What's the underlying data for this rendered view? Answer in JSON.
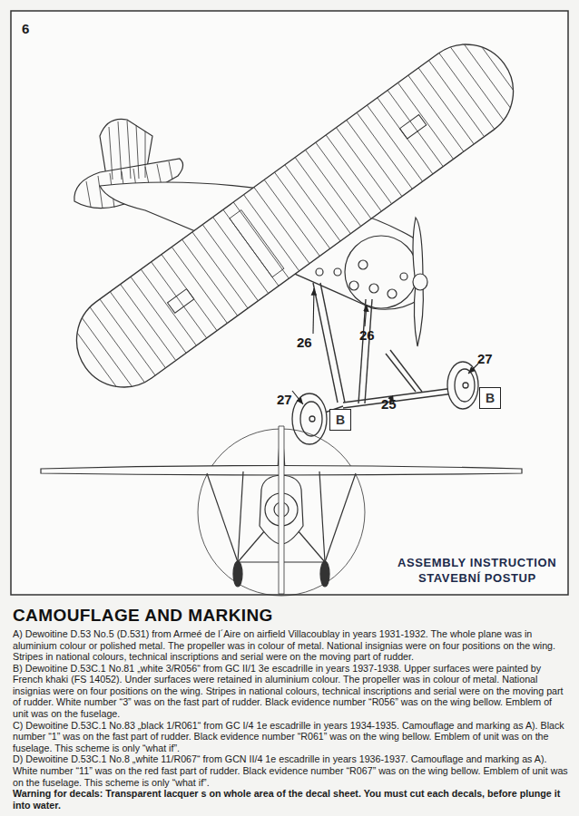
{
  "diagram": {
    "title": "CAMOUFLAGE AND MARKING",
    "nodes": [
      {
        "text": [
          "B"
        ]
      },
      {
        "text": [
          "B"
        ]
      }
    ],
    "labels": [
      "6",
      "26",
      "26",
      "27",
      "27",
      "25",
      "ASSEMBLY INSTRUCTION",
      "STAVEBNÍ POSTUP",
      "A) Dewoitine D.53 No.5 (D.531) from Armeé de l´Aire on airfield Villacoublay in years 1931-1932. The whole plane was in aluminium colour or polished metal. The propeller was in colour of metal. National insignias were on four positions on the wing. Stripes in national colours, technical inscriptions and serial were on the moving part of rudder.",
      "B) Dewoitine D.53C.1 No.81 „white 3/R056“ from  GC II/1 3e escadrille in years 1937-1938. Upper surfaces were painted by French khaki (FS 14052). Under surfaces were retained in aluminium colour. The propeller was in colour of metal. National insignias were on four positions on the wing. Stripes in national colours, technical inscriptions and serial were on the moving part of rudder. White number “3” was on the fast part of rudder. Black evidence number “R056” was on the wing bellow. Emblem of unit was on the fuselage.",
      "C) Dewoitine D.53C.1 No.83 „black 1/R061“ from  GC I/4 1e escadrille in years 1934-1935. Camouflage and marking as A). Black number “1” was on the fast part of rudder. Black evidence number “R061” was on the wing bellow. Emblem of unit was on the fuselage. This scheme is only “what if”.",
      "D) Dewoitine D.53C.1 No.8 „white 11/R067“ from  GCN II/4 1e escadrille in years 1936-1937. Camouflage and marking as A). White number “11” was on the red fast part of rudder. Black evidence number “R067” was on the wing bellow. Emblem of unit was on the fuselage. This scheme is only “what if”.",
      "Warning for decals: Transparent lacquer s on whole area of the decal sheet. You must cut each decals, before plunge it into water."
    ]
  }
}
